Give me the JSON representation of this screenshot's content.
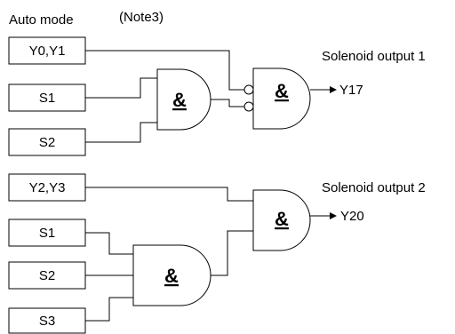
{
  "header": {
    "title": "Auto mode",
    "note": "(Note3)"
  },
  "gate_symbol": "&",
  "circuit1": {
    "inputs": [
      "Y0,Y1",
      "S1",
      "S2"
    ],
    "output_label": "Solenoid output 1",
    "output_name": "Y17"
  },
  "circuit2": {
    "inputs": [
      "Y2,Y3",
      "S1",
      "S2",
      "S3"
    ],
    "output_label": "Solenoid output 2",
    "output_name": "Y20"
  }
}
